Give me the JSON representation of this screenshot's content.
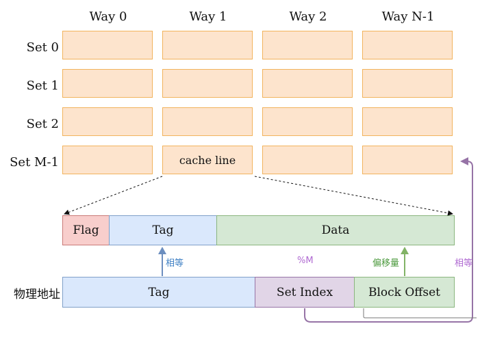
{
  "ways": [
    "Way 0",
    "Way 1",
    "Way 2",
    "Way N-1"
  ],
  "sets": [
    "Set 0",
    "Set 1",
    "Set 2",
    "Set M-1"
  ],
  "cache_line_label": "cache line",
  "line_fields": {
    "flag": "Flag",
    "tag": "Tag",
    "data": "Data"
  },
  "address": {
    "label": "物理地址",
    "tag": "Tag",
    "set_index": "Set Index",
    "block_offset": "Block Offset"
  },
  "annotations": {
    "tag_equal": "相等",
    "mod_m": "%M",
    "offset": "偏移量",
    "equal_right": "相等"
  },
  "colors": {
    "cell_fill": "#fde4cd",
    "cell_border": "#f2b35c",
    "flag_fill": "#f8cecc",
    "flag_border": "#c97a77",
    "tag_fill": "#dae8fc",
    "tag_border": "#7f9fc8",
    "data_fill": "#d5e8d4",
    "data_border": "#8ab57d",
    "set_index_fill": "#e1d5e7",
    "set_index_border": "#9673a6",
    "blue_arrow": "#6c8ebf",
    "green_arrow": "#82b366",
    "purple_line": "#9673a6"
  }
}
